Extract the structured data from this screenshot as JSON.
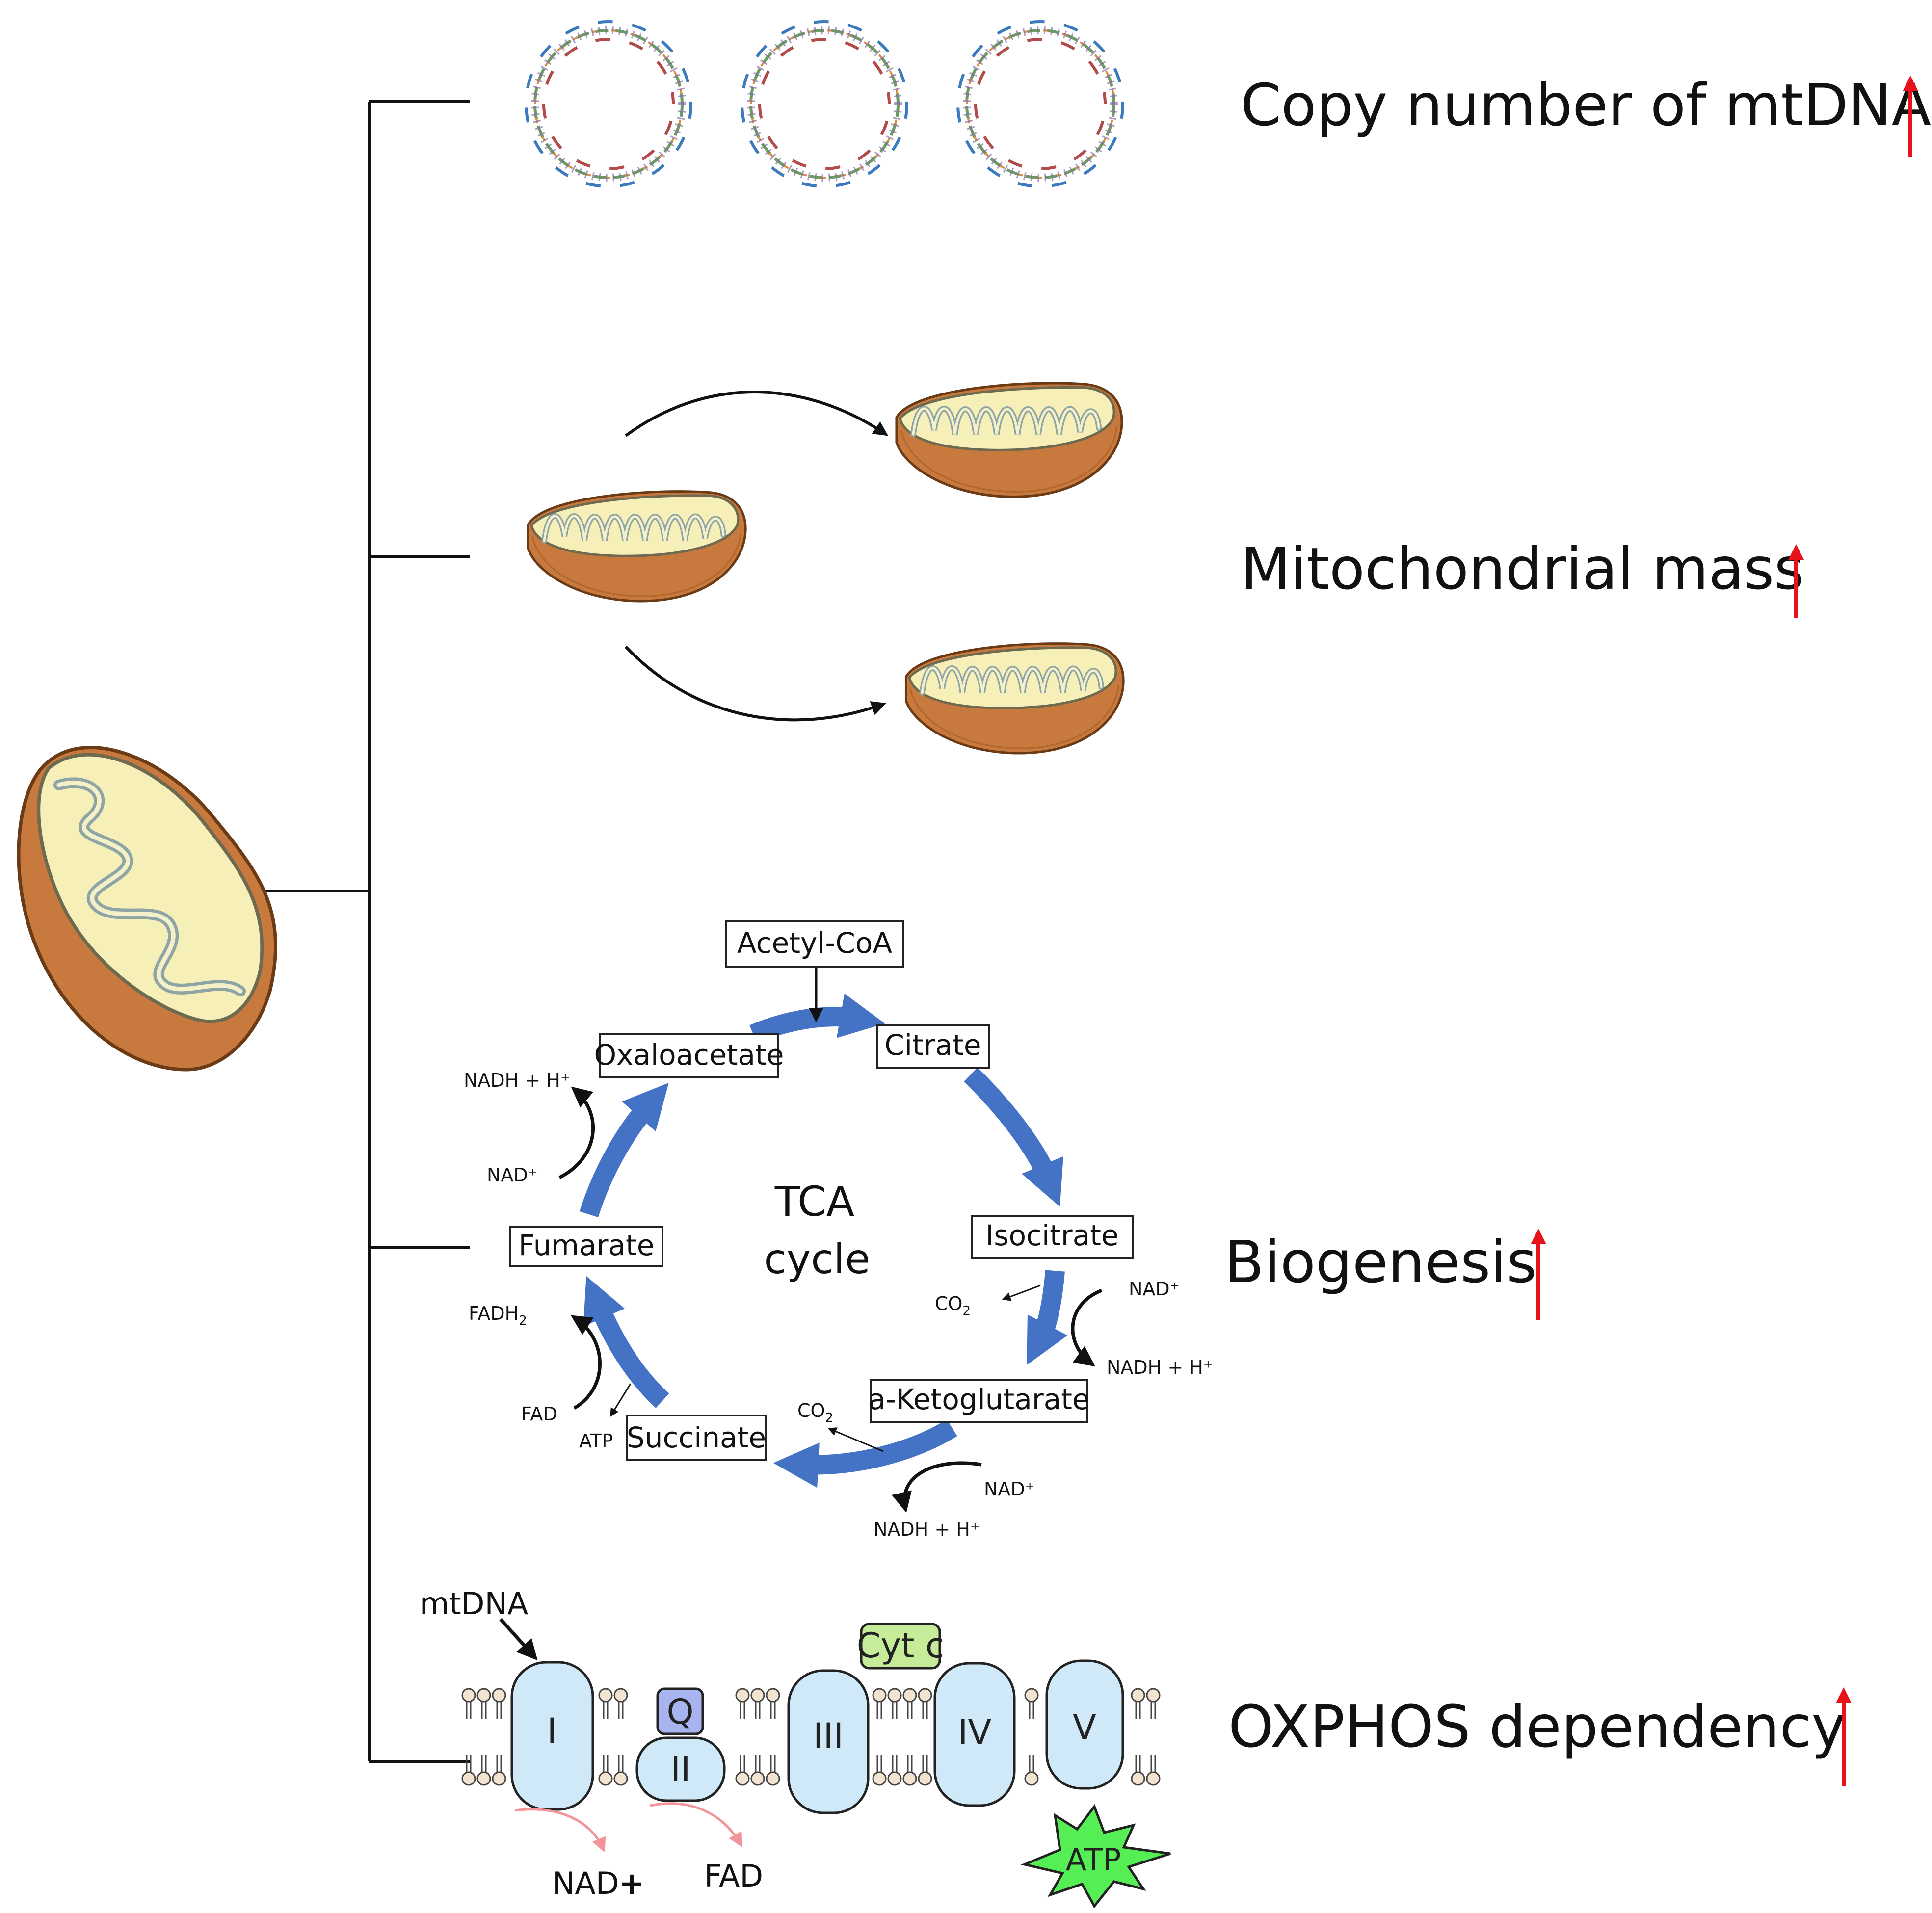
{
  "rows": {
    "mtdna": {
      "label": "Copy number of mtDNA"
    },
    "mass": {
      "label": "Mitochondrial mass"
    },
    "biogenesis": {
      "label": "Biogenesis"
    },
    "oxphos": {
      "label": "OXPHOS dependency"
    }
  },
  "tca": {
    "center_line1": "TCA",
    "center_line2": "cycle",
    "metabolites": {
      "acetyl_coa": "Acetyl-CoA",
      "citrate": "Citrate",
      "isocitrate": "Isocitrate",
      "a_ketoglutarate": "a-Ketoglutarate",
      "succinate": "Succinate",
      "fumarate": "Fumarate",
      "oxaloacetate": "Oxaloacetate"
    },
    "cofactors": {
      "nadh_oxaloacetate": "NADH + H⁺",
      "nad_oxaloacetate": "NAD⁺",
      "co2_isocitrate": "CO",
      "co2_isocitrate_sub": "2",
      "nad_isocitrate": "NAD⁺",
      "nadh_isocitrate": "NADH + H⁺",
      "co2_ketoglutarate": "CO",
      "co2_ketoglutarate_sub": "2",
      "nad_ketoglutarate": "NAD⁺",
      "nadh_ketoglutarate": "NADH + H⁺",
      "fadh2": "FADH",
      "fadh2_sub": "2",
      "fad_succinate": "FAD",
      "atp_succinate": "ATP"
    }
  },
  "oxphos": {
    "mtdna_label": "mtDNA",
    "complexes": {
      "c1": "I",
      "c2": "II",
      "c3": "III",
      "c4": "IV",
      "c5": "V",
      "q": "Q",
      "cytc": "Cyt c"
    },
    "products": {
      "nad_plus": "NAD",
      "nad_plus_sign": "+",
      "fad": "FAD",
      "atp": "ATP"
    }
  },
  "colors": {
    "arrow_up": "#e8121b",
    "tca_arrow": "#4472c4",
    "complex_fill": "#cfe9f8",
    "q_fill": "#a8b4f0",
    "cytc_fill": "#c6ec9a",
    "atp_fill": "#55ee55",
    "mito_outer": "#c87a3e",
    "mito_matrix": "#f6efb8",
    "pink_arrow": "#f3949b"
  }
}
